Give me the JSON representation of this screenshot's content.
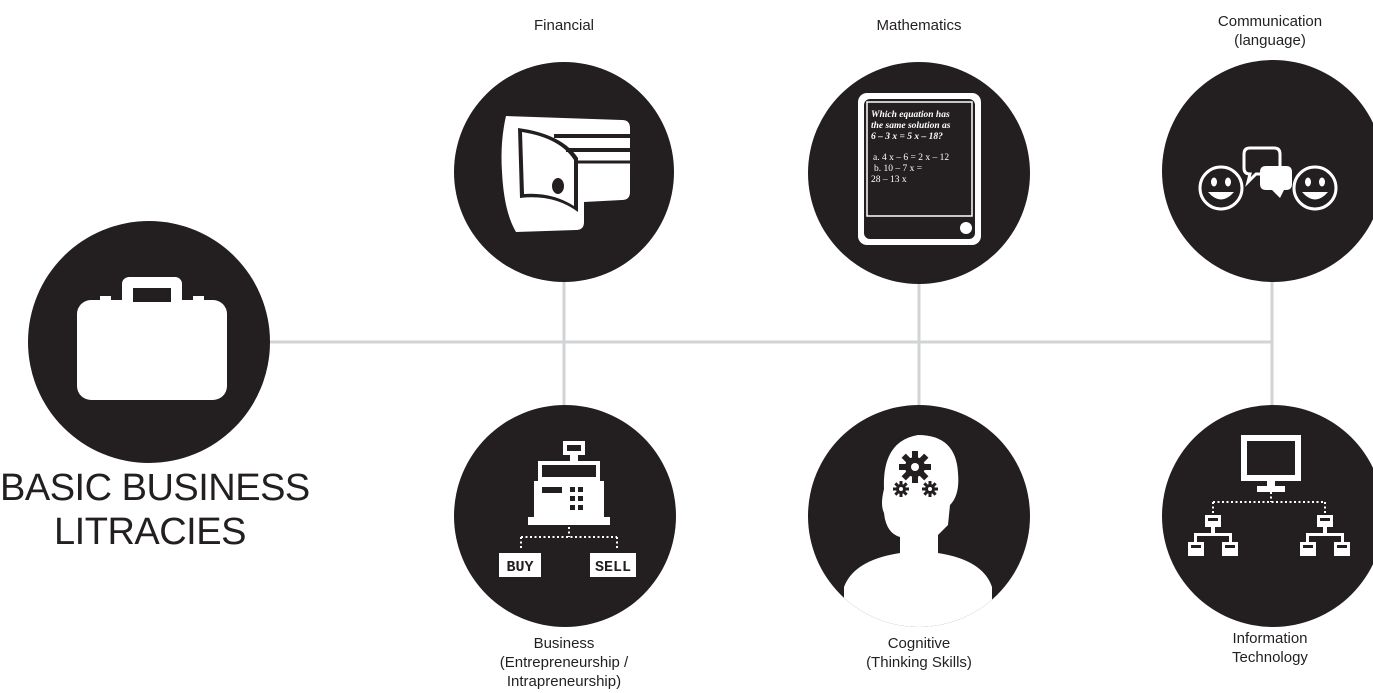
{
  "main": {
    "line1": "BASIC BUSINESS",
    "line2": "LITRACIES",
    "icon": "briefcase-icon"
  },
  "nodes": [
    {
      "id": "financial",
      "label1": "Financial",
      "label2": "",
      "label3": "",
      "icon": "wallet-icon"
    },
    {
      "id": "mathematics",
      "label1": "Mathematics",
      "label2": "",
      "label3": "",
      "icon": "tablet-icon",
      "tablet": {
        "question_line1": "Which equation has",
        "question_line2": "the same solution as",
        "question_line3": "6 – 3 x = 5 x – 18?",
        "answer_a": "a. 4 x – 6 = 2 x – 12",
        "answer_b": "b. 10 – 7 x =",
        "answer_b2": "28 – 13 x"
      }
    },
    {
      "id": "communication",
      "label1": "Communication",
      "label2": "(language)",
      "label3": "",
      "icon": "chat-icon"
    },
    {
      "id": "business",
      "label1": "Business",
      "label2": "(Entrepreneurship /",
      "label3": "Intrapreneurship)",
      "icon": "cash-register-icon",
      "buy": "BUY",
      "sell": "SELL"
    },
    {
      "id": "cognitive",
      "label1": "Cognitive",
      "label2": "(Thinking Skills)",
      "label3": "",
      "icon": "head-gears-icon"
    },
    {
      "id": "it",
      "label1": "Information",
      "label2": "Technology",
      "label3": "",
      "icon": "network-icon"
    }
  ],
  "colors": {
    "node_fill": "#231f20",
    "connector": "#d1d3d4",
    "text": "#231f20"
  }
}
